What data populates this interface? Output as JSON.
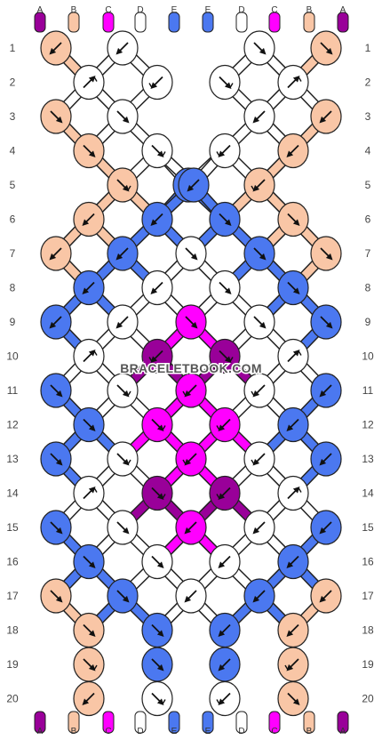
{
  "watermark": "BRACELETBOOK.COM",
  "colors": {
    "A": "#990099",
    "B": "#f9c6a6",
    "C": "#ff00ff",
    "D": "#ffffff",
    "E": "#4b78f0"
  },
  "strings_top": [
    "A",
    "B",
    "C",
    "D",
    "E",
    "E",
    "D",
    "C",
    "B",
    "A"
  ],
  "strings_bottom": [
    "A",
    "B",
    "C",
    "D",
    "E",
    "E",
    "D",
    "C",
    "B",
    "A"
  ],
  "row_numbers": [
    "1",
    "2",
    "3",
    "4",
    "5",
    "6",
    "7",
    "8",
    "9",
    "10",
    "11",
    "12",
    "13",
    "14",
    "15",
    "16",
    "17",
    "18",
    "19",
    "20"
  ],
  "knot_rows": [
    [
      {
        "c": "B",
        "a": "sw"
      },
      {
        "c": "D",
        "a": "sw"
      },
      {
        "c": "D",
        "a": "se"
      },
      {
        "c": "B",
        "a": "se"
      }
    ],
    [
      {
        "c": "D",
        "a": "ner"
      },
      {
        "c": "D",
        "a": "swr"
      },
      {
        "c": "D",
        "a": "ser"
      },
      {
        "c": "D",
        "a": "ner"
      }
    ],
    [
      {
        "c": "B",
        "a": "se"
      },
      {
        "c": "D",
        "a": "se"
      },
      {
        "c": "D",
        "a": "sw"
      },
      {
        "c": "B",
        "a": "sw"
      }
    ],
    [
      {
        "c": "B",
        "a": "se"
      },
      {
        "c": "D",
        "a": "ser"
      },
      {
        "c": "D",
        "a": "swr"
      },
      {
        "c": "B",
        "a": "sw"
      }
    ],
    [
      {
        "c": "B",
        "a": "ser"
      },
      {
        "c": "E",
        "a": "se"
      },
      {
        "c": "E",
        "a": "sw"
      },
      {
        "c": "B",
        "a": "swr"
      }
    ],
    [
      {
        "c": "B",
        "a": "sw"
      },
      {
        "c": "E",
        "a": "sw"
      },
      {
        "c": "E",
        "a": "se"
      },
      {
        "c": "B",
        "a": "se"
      }
    ],
    [
      {
        "c": "B",
        "a": "sw"
      },
      {
        "c": "E",
        "a": "sw"
      },
      {
        "c": "D",
        "a": "se"
      },
      {
        "c": "E",
        "a": "se"
      },
      {
        "c": "B",
        "a": "se"
      }
    ],
    [
      {
        "c": "E",
        "a": "sw"
      },
      {
        "c": "D",
        "a": "sw"
      },
      {
        "c": "D",
        "a": "se"
      },
      {
        "c": "E",
        "a": "se"
      }
    ],
    [
      {
        "c": "E",
        "a": "sw"
      },
      {
        "c": "D",
        "a": "sw"
      },
      {
        "c": "C",
        "a": "se"
      },
      {
        "c": "D",
        "a": "se"
      },
      {
        "c": "E",
        "a": "se"
      }
    ],
    [
      {
        "c": "D",
        "a": "ner"
      },
      {
        "c": "A",
        "a": "swr"
      },
      {
        "c": "A",
        "a": "ser"
      },
      {
        "c": "D",
        "a": "ner"
      }
    ],
    [
      {
        "c": "E",
        "a": "se"
      },
      {
        "c": "D",
        "a": "ser"
      },
      {
        "c": "C",
        "a": "swr"
      },
      {
        "c": "D",
        "a": "swr"
      },
      {
        "c": "E",
        "a": "sw"
      }
    ],
    [
      {
        "c": "E",
        "a": "se"
      },
      {
        "c": "C",
        "a": "ser"
      },
      {
        "c": "C",
        "a": "swr"
      },
      {
        "c": "E",
        "a": "sw"
      }
    ],
    [
      {
        "c": "E",
        "a": "se"
      },
      {
        "c": "D",
        "a": "ser"
      },
      {
        "c": "C",
        "a": "swr"
      },
      {
        "c": "D",
        "a": "swr"
      },
      {
        "c": "E",
        "a": "sw"
      }
    ],
    [
      {
        "c": "D",
        "a": "ner"
      },
      {
        "c": "A",
        "a": "ser"
      },
      {
        "c": "A",
        "a": "swr"
      },
      {
        "c": "D",
        "a": "ner"
      }
    ],
    [
      {
        "c": "E",
        "a": "se"
      },
      {
        "c": "D",
        "a": "se"
      },
      {
        "c": "C",
        "a": "sw"
      },
      {
        "c": "D",
        "a": "sw"
      },
      {
        "c": "E",
        "a": "sw"
      }
    ],
    [
      {
        "c": "E",
        "a": "se"
      },
      {
        "c": "D",
        "a": "se"
      },
      {
        "c": "D",
        "a": "sw"
      },
      {
        "c": "E",
        "a": "sw"
      }
    ],
    [
      {
        "c": "B",
        "a": "se"
      },
      {
        "c": "E",
        "a": "se"
      },
      {
        "c": "D",
        "a": "sw"
      },
      {
        "c": "E",
        "a": "sw"
      },
      {
        "c": "B",
        "a": "sw"
      }
    ],
    [
      {
        "c": "B",
        "a": "se"
      },
      {
        "c": "E",
        "a": "se"
      },
      {
        "c": "E",
        "a": "sw"
      },
      {
        "c": "B",
        "a": "sw"
      }
    ],
    [
      {
        "c": "B",
        "a": "ser"
      },
      {
        "c": "E",
        "a": "se"
      },
      {
        "c": "E",
        "a": "sw"
      },
      {
        "c": "B",
        "a": "swr"
      }
    ],
    [
      {
        "c": "B",
        "a": "sw"
      },
      {
        "c": "D",
        "a": "ser"
      },
      {
        "c": "D",
        "a": "swr"
      },
      {
        "c": "B",
        "a": "se"
      }
    ]
  ]
}
